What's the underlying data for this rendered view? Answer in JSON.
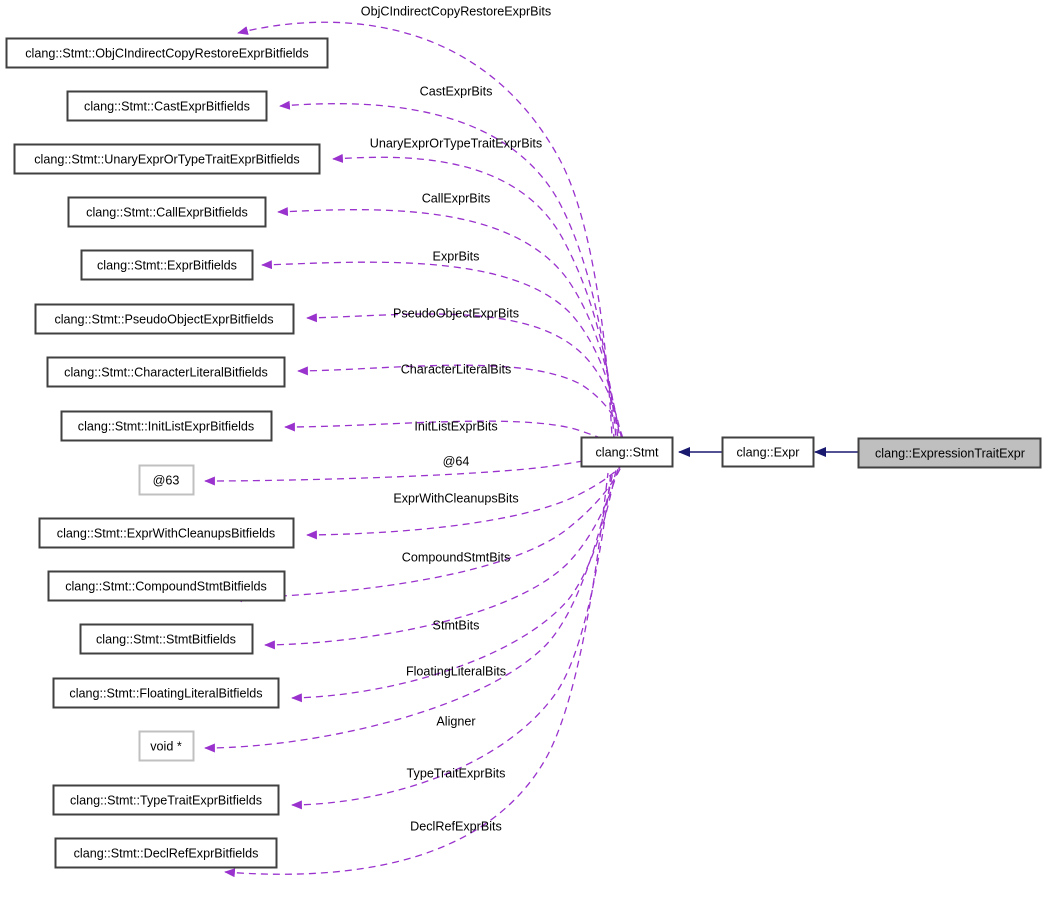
{
  "diagram": {
    "title": "clang::ExpressionTraitExpr collaboration diagram",
    "type": "doxygen-collaboration-graph",
    "colors": {
      "usage_edge": "#9A32CD",
      "inheritance_edge": "#191970",
      "node_border": "#404040",
      "node_border_light": "#C0C0C0",
      "node_fill": "#FFFFFF",
      "highlight_fill": "#BFBFBF",
      "text": "#000000",
      "background": "#FFFFFF"
    },
    "nodes": {
      "stmt": {
        "label": "clang::Stmt"
      },
      "expr": {
        "label": "clang::Expr"
      },
      "target": {
        "label": "clang::ExpressionTraitExpr"
      },
      "left": [
        {
          "id": "objc",
          "label": "clang::Stmt::ObjCIndirectCopyRestoreExprBitfields"
        },
        {
          "id": "cast",
          "label": "clang::Stmt::CastExprBitfields"
        },
        {
          "id": "unary",
          "label": "clang::Stmt::UnaryExprOrTypeTraitExprBitfields"
        },
        {
          "id": "call",
          "label": "clang::Stmt::CallExprBitfields"
        },
        {
          "id": "expr_bf",
          "label": "clang::Stmt::ExprBitfields"
        },
        {
          "id": "pseudo",
          "label": "clang::Stmt::PseudoObjectExprBitfields"
        },
        {
          "id": "charlit",
          "label": "clang::Stmt::CharacterLiteralBitfields"
        },
        {
          "id": "initlist",
          "label": "clang::Stmt::InitListExprBitfields"
        },
        {
          "id": "at63",
          "label": "@63"
        },
        {
          "id": "cleanups",
          "label": "clang::Stmt::ExprWithCleanupsBitfields"
        },
        {
          "id": "compound",
          "label": "clang::Stmt::CompoundStmtBitfields"
        },
        {
          "id": "stmtbf",
          "label": "clang::Stmt::StmtBitfields"
        },
        {
          "id": "floatlit",
          "label": "clang::Stmt::FloatingLiteralBitfields"
        },
        {
          "id": "voidptr",
          "label": "void *"
        },
        {
          "id": "typetrait",
          "label": "clang::Stmt::TypeTraitExprBitfields"
        },
        {
          "id": "declref",
          "label": "clang::Stmt::DeclRefExprBitfields"
        }
      ]
    },
    "edge_labels": [
      {
        "id": "lbl_objc",
        "text": "ObjCIndirectCopyRestoreExprBits"
      },
      {
        "id": "lbl_cast",
        "text": "CastExprBits"
      },
      {
        "id": "lbl_unary",
        "text": "UnaryExprOrTypeTraitExprBits"
      },
      {
        "id": "lbl_call",
        "text": "CallExprBits"
      },
      {
        "id": "lbl_expr",
        "text": "ExprBits"
      },
      {
        "id": "lbl_pseudo",
        "text": "PseudoObjectExprBits"
      },
      {
        "id": "lbl_charlit",
        "text": "CharacterLiteralBits"
      },
      {
        "id": "lbl_initlist",
        "text": "InitListExprBits"
      },
      {
        "id": "lbl_at64",
        "text": "@64"
      },
      {
        "id": "lbl_cleanups",
        "text": "ExprWithCleanupsBits"
      },
      {
        "id": "lbl_compound",
        "text": "CompoundStmtBits"
      },
      {
        "id": "lbl_stmtbits",
        "text": "StmtBits"
      },
      {
        "id": "lbl_floatlit",
        "text": "FloatingLiteralBits"
      },
      {
        "id": "lbl_aligner",
        "text": "Aligner"
      },
      {
        "id": "lbl_typetrait",
        "text": "TypeTraitExprBits"
      },
      {
        "id": "lbl_declref",
        "text": "DeclRefExprBits"
      }
    ]
  }
}
